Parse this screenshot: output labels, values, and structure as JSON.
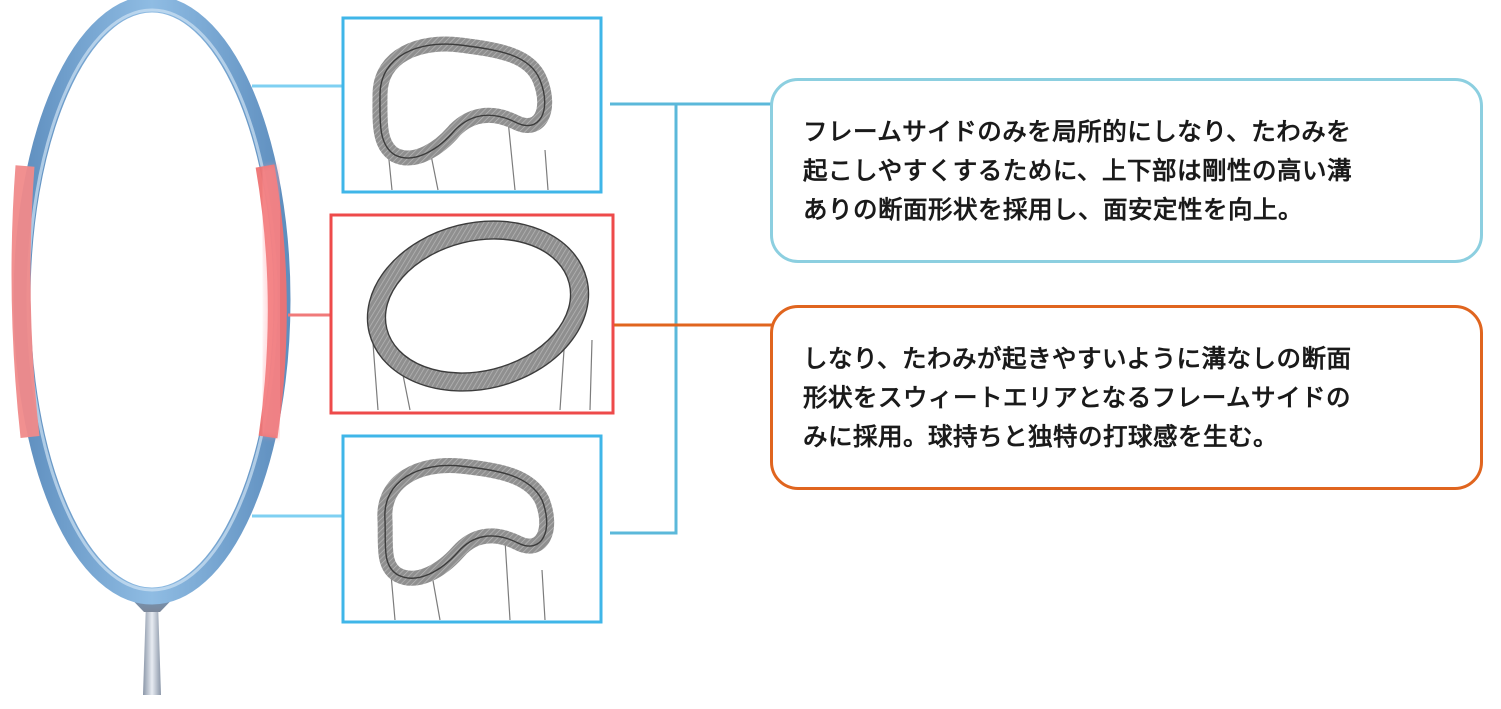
{
  "colors": {
    "stiff_zone": "#3fb6e8",
    "flex_zone": "#ee4a4a",
    "frame_blue": "#6f9fcc",
    "frame_red": "#f08a8a",
    "callout_top_border": "#8ccfe0",
    "callout_bottom_border": "#e0651f"
  },
  "callouts": {
    "top": {
      "text": "フレームサイドのみを局所的にしなり、たわみを\n起こしやすくするために、上下部は剛性の高い溝\nありの断面形状を採用し、面安定性を向上。"
    },
    "bottom": {
      "text": "しなり、たわみが起きやすいように溝なしの断面\n形状をスウィートエリアとなるフレームサイドの\nみに採用。球持ちと独特の打球感を生む。"
    }
  },
  "cross_sections": [
    {
      "zone": "upper",
      "profile": "grooved",
      "frame_color": "#3fb6e8"
    },
    {
      "zone": "side",
      "profile": "oval-no-groove",
      "frame_color": "#ee4a4a"
    },
    {
      "zone": "lower",
      "profile": "grooved",
      "frame_color": "#3fb6e8"
    }
  ]
}
